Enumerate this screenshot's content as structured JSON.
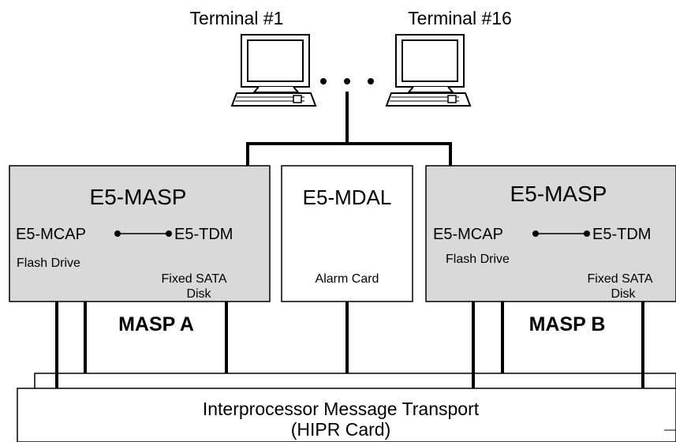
{
  "terminals": [
    {
      "label": "Terminal #1"
    },
    {
      "label": "Terminal #16"
    }
  ],
  "ellipsis": "• • •",
  "masp_a": {
    "title": "E5-MASP",
    "mcap": "E5-MCAP",
    "tdm": "E5-TDM",
    "flash": "Flash Drive",
    "sata_line1": "Fixed SATA",
    "sata_line2": "Disk",
    "name": "MASP A"
  },
  "mdal": {
    "title": "E5-MDAL",
    "subtitle": "Alarm Card"
  },
  "masp_b": {
    "title": "E5-MASP",
    "mcap": "E5-MCAP",
    "tdm": "E5-TDM",
    "flash": "Flash Drive",
    "sata_line1": "Fixed SATA",
    "sata_line2": "Disk",
    "name": "MASP B"
  },
  "imt": {
    "line1": "Interprocessor Message Transport",
    "line2": "(HIPR Card)"
  },
  "colors": {
    "masp_fill": "#d9d9d9",
    "box_fill": "#ffffff",
    "line": "#000000",
    "screen_fill": "#ffffff"
  }
}
